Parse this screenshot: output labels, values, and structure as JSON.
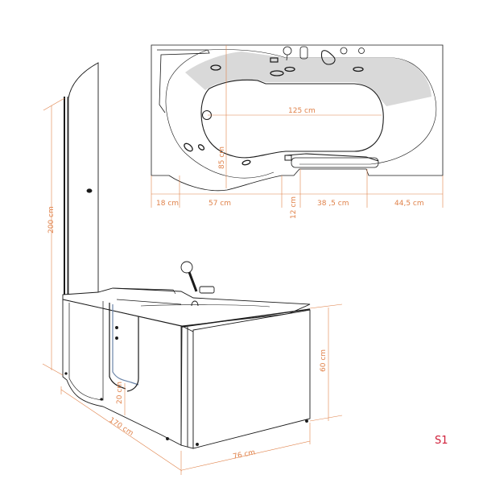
{
  "figure": {
    "type": "technical-drawing",
    "subject": "walk-in bathtub with shower screen",
    "label": "S1",
    "colors": {
      "line": "#1a1a1a",
      "dimension": "#e0824a",
      "shade": "#d9d9d9",
      "label": "#d0203a"
    }
  },
  "top_view": {
    "dimensions": {
      "inner_length": "125 cm",
      "width": "85 cm",
      "seg_1": "18 cm",
      "seg_2": "57 cm",
      "seg_3": "12 cm",
      "seg_4": "38 ,5 cm",
      "seg_5": "44,5 cm"
    }
  },
  "perspective_view": {
    "dimensions": {
      "height_screen": "200 cm",
      "height_tub": "60 cm",
      "step_height": "20 cm",
      "length": "170 cm",
      "depth": "76 cm"
    }
  }
}
